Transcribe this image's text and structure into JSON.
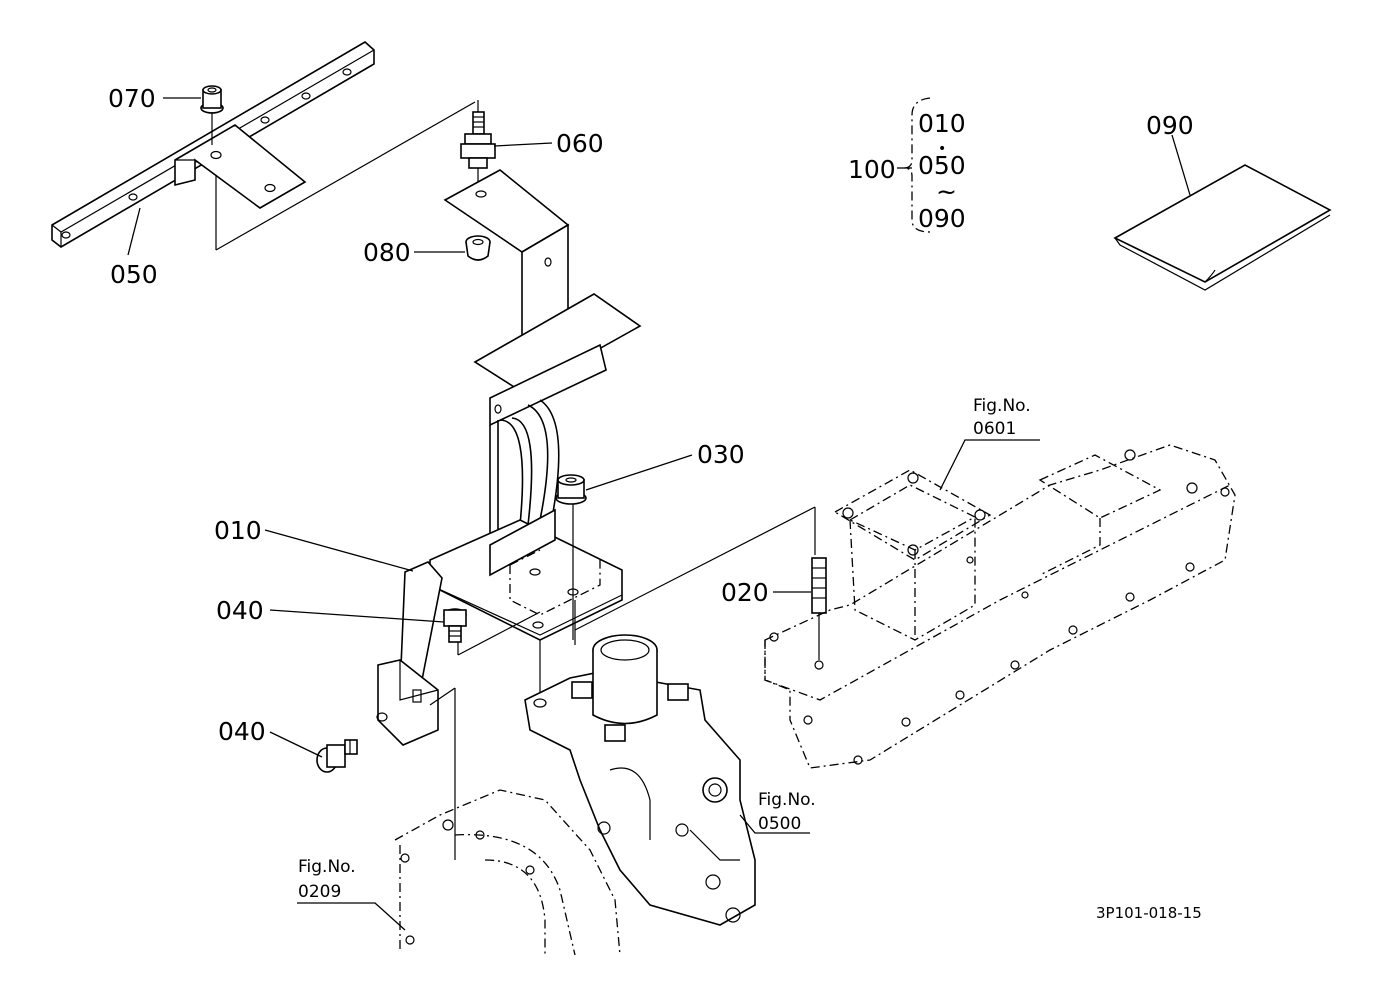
{
  "diagram": {
    "callouts": {
      "c070": "070",
      "c050": "050",
      "c060": "060",
      "c080": "080",
      "c030": "030",
      "c010": "010",
      "c040a": "040",
      "c040b": "040",
      "c020": "020",
      "c090": "090",
      "c100": "100"
    },
    "kit_group": {
      "first": "010",
      "dot": "•",
      "middle": "050",
      "tilde": "~",
      "last": "090"
    },
    "figure_refs": {
      "fig0601": {
        "label": "Fig.No.",
        "number": "0601"
      },
      "fig0500": {
        "label": "Fig.No.",
        "number": "0500"
      },
      "fig0209": {
        "label": "Fig.No.",
        "number": "0209"
      }
    },
    "drawing_code": "3P101-018-15"
  }
}
